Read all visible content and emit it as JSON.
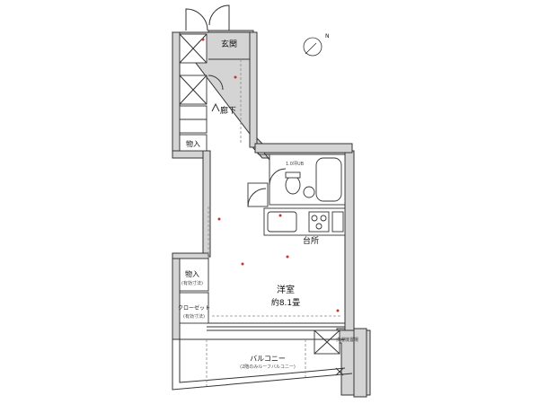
{
  "rooms": {
    "entrance": "玄関",
    "corridor": "廊下",
    "storage_top": "物入",
    "storage_left": "物入",
    "storage_left_note": "(有効寸法)",
    "kitchen": "台所",
    "western_room": "洋室",
    "western_room_size": "約8.1畳",
    "closet": "クローゼット",
    "closet_note": "(有効寸法)",
    "balcony": "バルコニー",
    "balcony_note": "(2階のみルーフバルコニー)",
    "laundry": "洗濯機置場",
    "bath_note": "1.0坪UB"
  },
  "compass_label": "N"
}
